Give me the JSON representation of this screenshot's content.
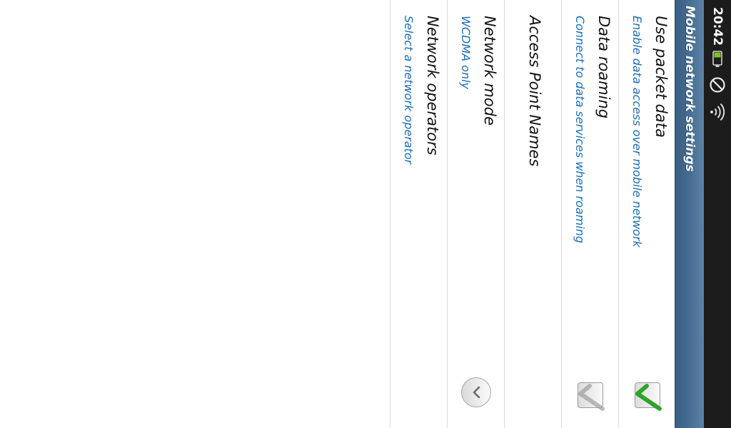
{
  "status_bar": {
    "time": "20:42",
    "icons": [
      "battery-icon",
      "no-sim-icon",
      "wifi-icon"
    ],
    "battery_color": "#7ac51f"
  },
  "header": {
    "title": "Mobile network settings",
    "color": "#456b90"
  },
  "settings": {
    "use_packet_data": {
      "title": "Use packet data",
      "summary": "Enable data access over mobile network",
      "checked": true
    },
    "data_roaming": {
      "title": "Data roaming",
      "summary": "Connect to data services when roaming",
      "checked": false
    },
    "access_point_names": {
      "title": "Access Point Names"
    },
    "network_mode": {
      "title": "Network mode",
      "summary": "WCDMA only"
    },
    "network_operators": {
      "title": "Network operators",
      "summary": "Select a network operator"
    }
  },
  "colors": {
    "summary_text": "#1a6fb8",
    "check_mark": "#2ea32e"
  }
}
